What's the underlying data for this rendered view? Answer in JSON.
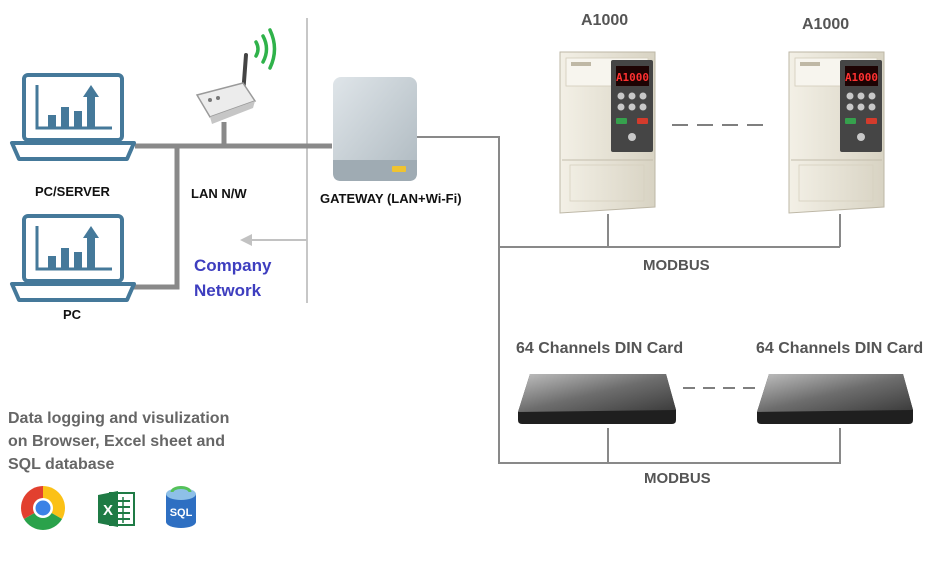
{
  "labels": {
    "pc_server": "PC/SERVER",
    "pc": "PC",
    "lan": "LAN N/W",
    "gateway": "GATEWAY (LAN+Wi-Fi)",
    "company_network_line1": "Company",
    "company_network_line2": "Network",
    "drive_left": "A1000",
    "drive_right": "A1000",
    "modbus_top": "MODBUS",
    "din_left": "64 Channels DIN Card",
    "din_right": "64 Channels DIN Card",
    "modbus_bottom": "MODBUS",
    "description": "Data logging and visulization on Browser, Excel sheet and SQL database"
  },
  "drive_display": {
    "left": "A1000",
    "right": "A1000"
  },
  "icons": [
    "chrome-icon",
    "excel-icon",
    "sql-database-icon"
  ],
  "excel_letter": "X",
  "sql_text": "SQL",
  "colors": {
    "laptop": "#45799a",
    "cable": "#898989",
    "divider": "#c7c7c7",
    "network_text": "#3e3ebf",
    "gateway_body": "#c9d2d8",
    "gateway_led": "#f0c330",
    "din_body": "#2a2a2a",
    "drive_body": "#ede9dc"
  }
}
